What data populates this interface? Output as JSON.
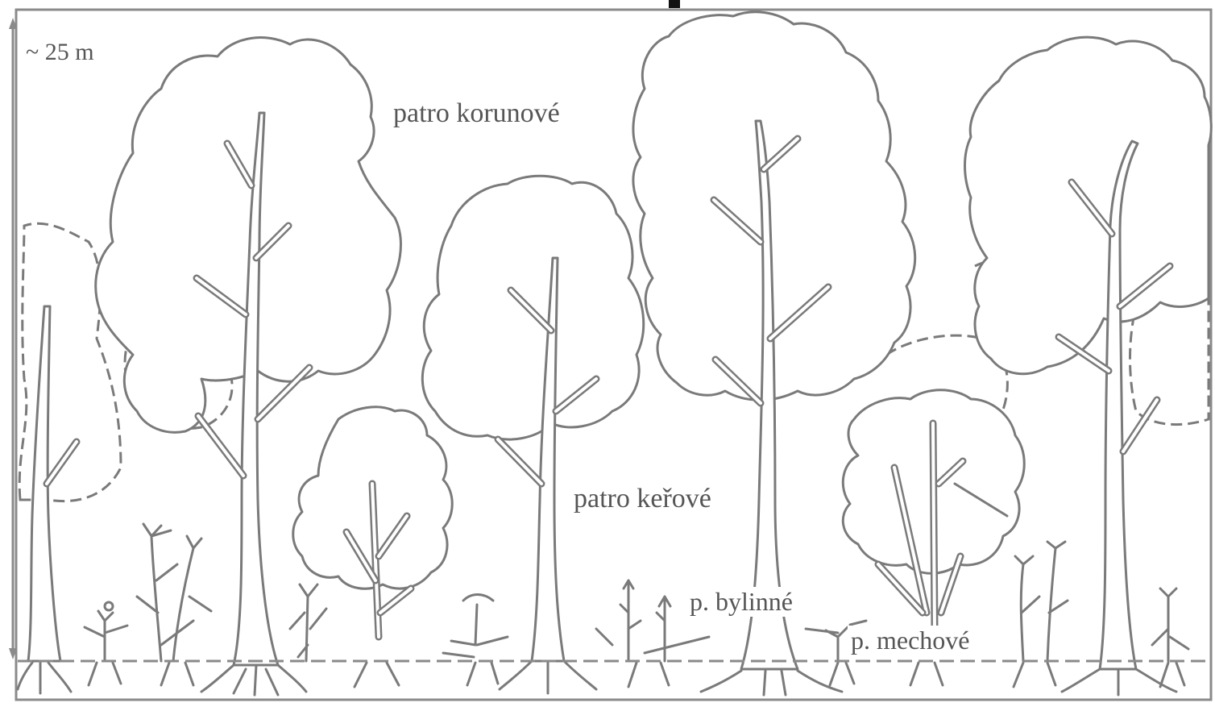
{
  "height_label": "~ 25 m",
  "layers": {
    "canopy": "patro korunové",
    "shrub": "patro keřové",
    "herb": "p. bylinné",
    "moss": "p. mechové"
  }
}
